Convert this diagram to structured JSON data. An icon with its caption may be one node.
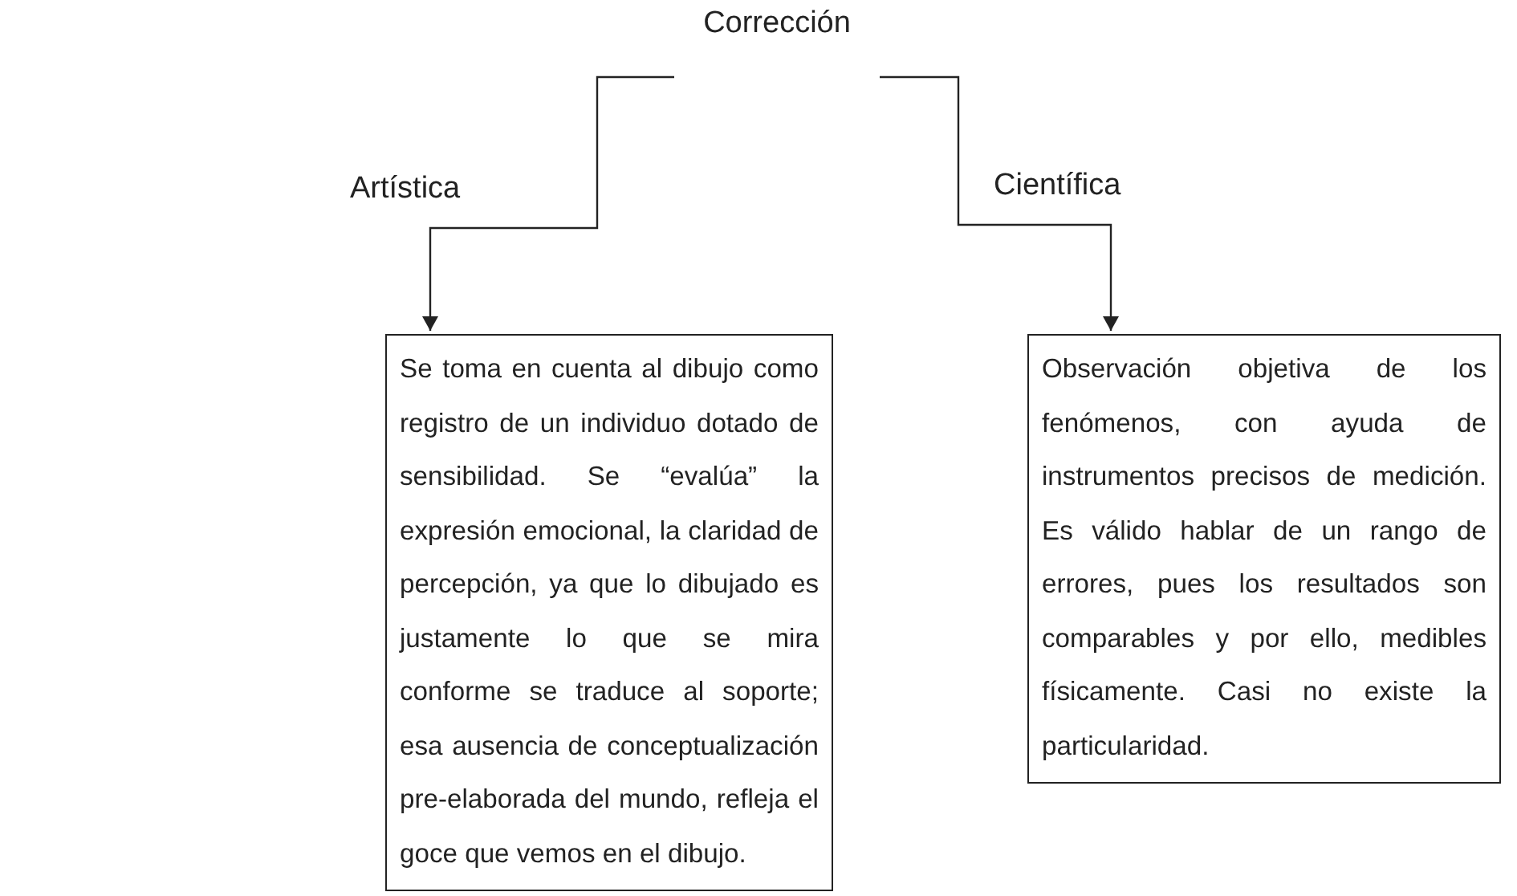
{
  "diagram": {
    "nodes": [
      {
        "text": [
          "Corrección"
        ]
      },
      {
        "text": [
          "Se toma en cuenta al dibujo como registro de un individuo dotado de sensibilidad. Se “evalúa” la expresión emocional, la claridad de percepción, ya que lo dibujado es justamente lo que se mira conforme se traduce al soporte; esa ausencia de conceptualización pre-elaborada del mundo, refleja el goce que vemos en el dibujo."
        ]
      },
      {
        "text": [
          "Observación objetiva de los fenómenos, con ayuda de instrumentos precisos de medición. Es válido hablar de un rango de errores, pues los resultados son comparables y por ello, medibles físicamente. Casi no existe la particularidad."
        ]
      }
    ],
    "edges": [
      {
        "from": 0,
        "to": 1,
        "arrow": "to",
        "label": "Artística"
      },
      {
        "from": 0,
        "to": 2,
        "arrow": "to",
        "label": "Científica"
      }
    ]
  }
}
